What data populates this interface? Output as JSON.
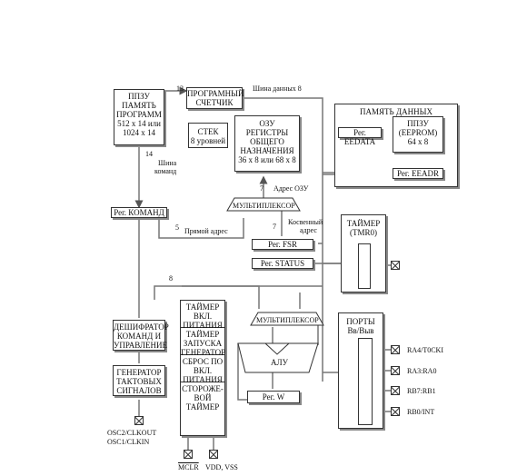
{
  "rom": {
    "l1": "ППЗУ",
    "l2": "ПАМЯТЬ",
    "l3": "ПРОГРАММ",
    "l4": "512 х 14 или",
    "l5": "1024 х 14"
  },
  "pc": {
    "l1": "ПРОГРАМНЫЙ",
    "l2": "СЧЕТЧИК"
  },
  "stack": {
    "l1": "СТЕК",
    "l2": "8 уровней"
  },
  "ram": {
    "l1": "ОЗУ",
    "l2": "РЕГИСТРЫ",
    "l3": "ОБЩЕГО",
    "l4": "НАЗНАЧЕНИЯ",
    "l5": "36 х 8 или 68 х 8"
  },
  "data_bus": "Шина данных  8",
  "data_mem": {
    "title": "ПАМЯТЬ ДАННЫХ",
    "eedata": "Рег. EEDATA",
    "eeprom1": "ППЗУ",
    "eeprom2": "(EEPROM)",
    "eeprom3": "64 х 8",
    "eeadr": "Рег. EEADR"
  },
  "bus13": "13",
  "cmd_bus": {
    "n": "14",
    "l1": "Шина",
    "l2": "команд"
  },
  "ir": "Рег. КОМАНД",
  "ram_addr": {
    "n": "7",
    "label": "Адрес ОЗУ"
  },
  "mux1": "МУЛЬТИПЛЕКСОР",
  "direct": {
    "n": "5",
    "label": "Прямой адрес"
  },
  "indirect": {
    "n": "7",
    "l1": "Косвенный",
    "l2": "адрес"
  },
  "fsr": "Рег. FSR",
  "status": "Рег. STATUS",
  "timer": {
    "l1": "ТАЙМЕР",
    "l2": "(TMR0)"
  },
  "bus8": "8",
  "decoder": {
    "l1": "ДЕШИФРАТОР",
    "l2": "КОМАНД И",
    "l3": "УПРАВЛЕНИЕ"
  },
  "ctrl": {
    "c1": "ТАЙМЕР ВКЛ. ПИТАНИЯ",
    "c2": "ТАЙМЕР ЗАПУСКА ГЕНЕРАТОР",
    "c3": "СБРОС ПО ВКЛ. ПИТАНИЯ",
    "c4": "СТОРОЖЕ-ВОЙ ТАЙМЕР"
  },
  "mux2": "МУЛЬТИПЛЕКСОР",
  "alu": "АЛУ",
  "w": "Рег. W",
  "ports": {
    "l1": "ПОРТЫ",
    "l2": "Вв/Выв"
  },
  "pins": {
    "p1": "RA4/T0CKI",
    "p2": "RA3:RA0",
    "p3": "RB7:RB1",
    "p4": "RB0/INT"
  },
  "gen": {
    "l1": "ГЕНЕРАТОР",
    "l2": "ТАКТОВЫХ",
    "l3": "СИГНАЛОВ"
  },
  "osc": {
    "l1": "OSC2/CLKOUT",
    "l2": "OSC1/CLKIN"
  },
  "mclr": "MCLR",
  "vdd": "VDD, VSS"
}
